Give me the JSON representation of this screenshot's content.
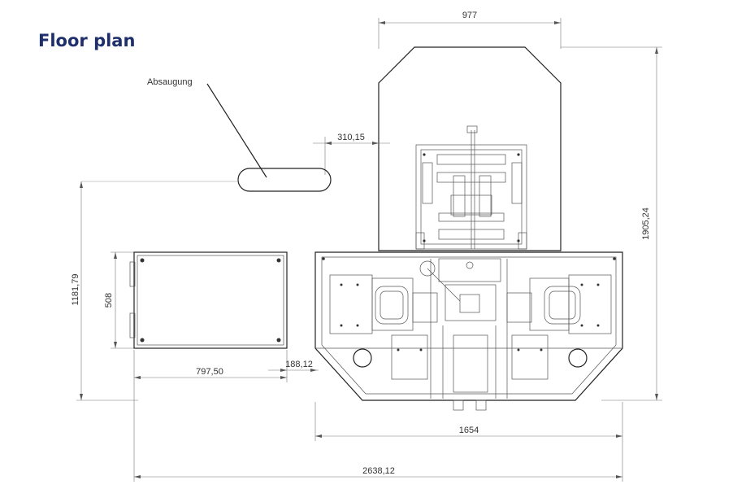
{
  "title": "Floor plan",
  "labels": {
    "suction": "Absaugung"
  },
  "dimensions": {
    "top_width": "977",
    "offset": "310,15",
    "total_height": "1905,24",
    "side_height": "1181,79",
    "box_height": "508",
    "box_width": "797,50",
    "gap": "188,12",
    "machine_width": "1654",
    "total_width": "2638,12"
  },
  "colors": {
    "title": "#1e2f6b",
    "line": "#222222"
  }
}
